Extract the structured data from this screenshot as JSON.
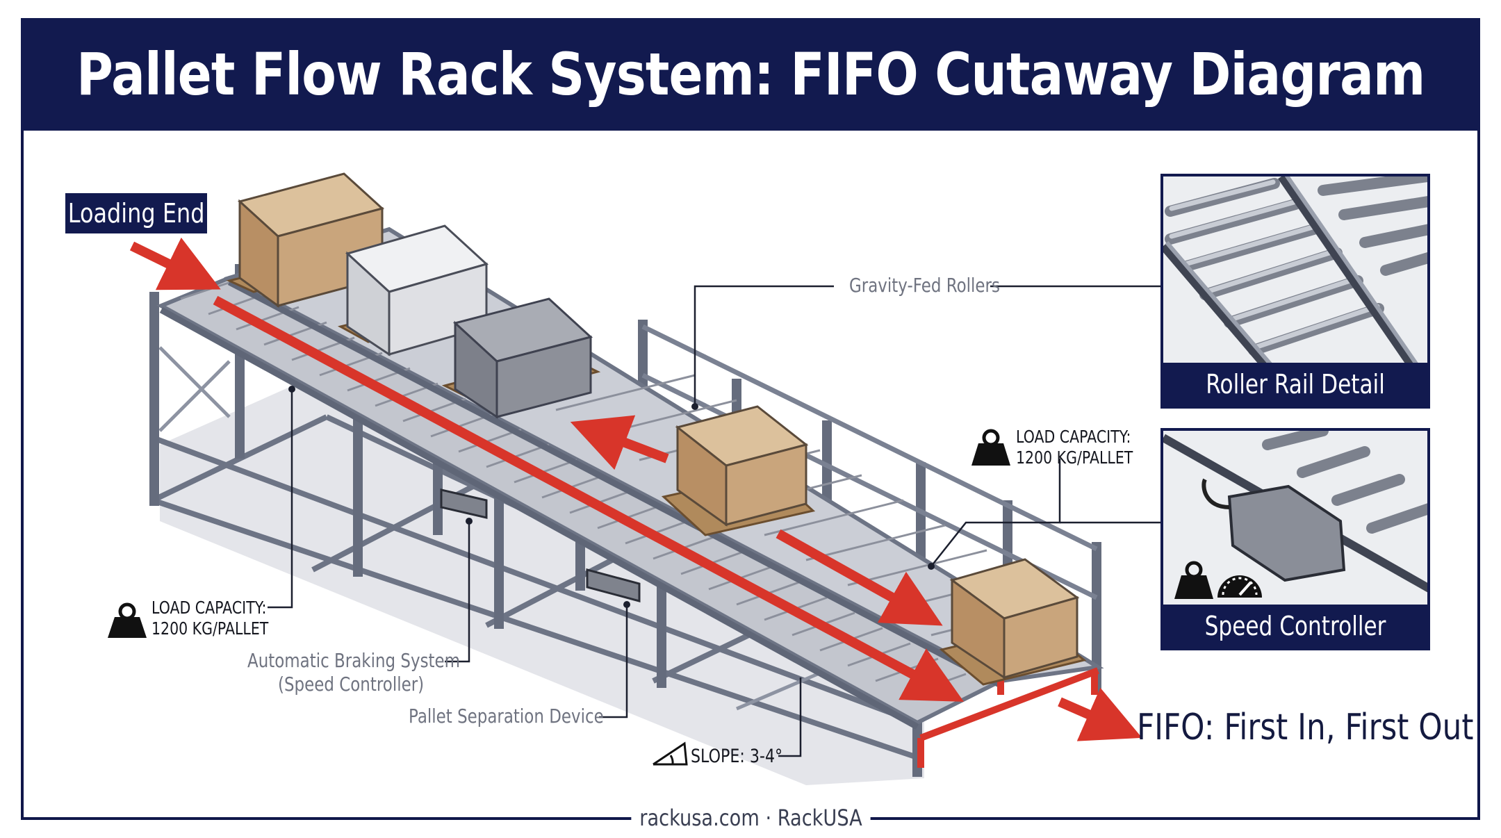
{
  "title": "Pallet Flow Rack System: FIFO Cutaway Diagram",
  "labels": {
    "loading_end": "Loading End",
    "gravity_rollers": "Gravity-Fed Rollers",
    "load_capacity_right": [
      "LOAD CAPACITY:",
      "1200 KG/PALLET"
    ],
    "load_capacity_left": [
      "LOAD CAPACITY:",
      "1200 KG/PALLET"
    ],
    "braking_system": [
      "Automatic Braking System",
      "(Speed Controller)"
    ],
    "separation_device": "Pallet Separation Device",
    "slope": "SLOPE: 3-4°",
    "fifo": "FIFO: First In, First Out"
  },
  "panels": {
    "roller_rail": "Roller Rail Detail",
    "speed_controller": "Speed Controller"
  },
  "footer": "rackusa.com · RackUSA",
  "icons": [
    "weight-icon",
    "weight-icon",
    "weight-icon",
    "speedometer-icon",
    "slope-angle-icon"
  ],
  "colors": {
    "navy": "#121a4f",
    "flow_arrow_red": "#d8352a",
    "frame_steel": "#6d7485",
    "roller_steel": "#b9bdc6",
    "box_cardboard": "#c9a57c",
    "box_white": "#dfe0e4",
    "box_gray": "#8d9099",
    "pallet_wood": "#b08a5c"
  }
}
